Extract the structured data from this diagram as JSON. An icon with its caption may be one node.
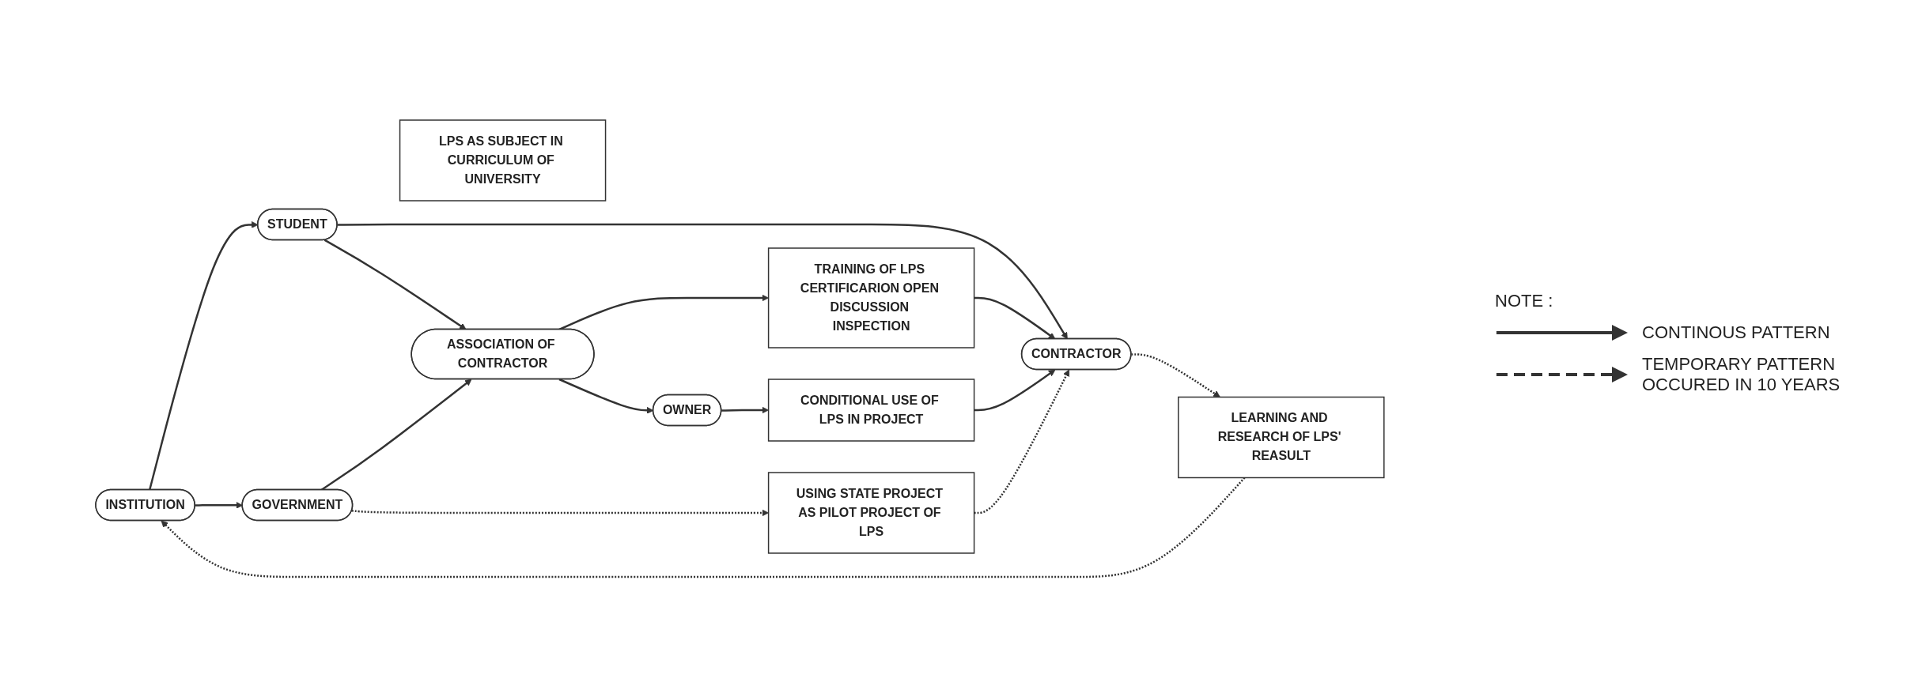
{
  "diagram": {
    "nodes": [
      {
        "text": [
          "STUDENT"
        ]
      },
      {
        "text": [
          "LPS AS SUBJECT IN CURRICULUM OF UNIVERSITY"
        ]
      },
      {
        "text": [
          "TRAINING OF LPS CERTIFICARION OPEN DISCUSSION INSPECTION"
        ]
      },
      {
        "text": [
          "INSTITUTION"
        ]
      },
      {
        "text": [
          "ASSOCIATION OF CONTRACTOR"
        ]
      },
      {
        "text": [
          "GOVERNMENT"
        ]
      },
      {
        "text": [
          "OWNER"
        ]
      },
      {
        "text": [
          "CONDITIONAL USE OF LPS IN PROJECT"
        ]
      },
      {
        "text": [
          "USING STATE PROJECT AS PILOT PROJECT OF LPS"
        ]
      },
      {
        "text": [
          "CONTRACTOR"
        ]
      },
      {
        "text": [
          "LEARNING AND RESEARCH OF LPS' REASULT"
        ]
      }
    ],
    "edges": [
      {
        "from": 3,
        "to": 0,
        "arrow": "to"
      },
      {
        "from": 3,
        "to": 5,
        "arrow": "to"
      },
      {
        "from": 0,
        "to": 9,
        "arrow": "to"
      },
      {
        "from": 0,
        "to": 4,
        "arrow": "to"
      },
      {
        "from": 5,
        "to": 4,
        "arrow": "to"
      },
      {
        "from": 4,
        "to": 2,
        "arrow": "to"
      },
      {
        "from": 4,
        "to": 6,
        "arrow": "to"
      },
      {
        "from": 6,
        "to": 7,
        "arrow": "to"
      },
      {
        "from": 2,
        "to": 9,
        "arrow": "to"
      },
      {
        "from": 7,
        "to": 9,
        "arrow": "to"
      },
      {
        "from": 5,
        "to": 8,
        "arrow": "to",
        "style": "dashed"
      },
      {
        "from": 8,
        "to": 9,
        "arrow": "to",
        "style": "dashed"
      },
      {
        "from": 9,
        "to": 10,
        "arrow": "to",
        "style": "dashed"
      },
      {
        "from": 10,
        "to": 3,
        "arrow": "to",
        "style": "dashed"
      }
    ],
    "labels": [
      "NOTE :"
    ],
    "legend": [
      {
        "text": "CONTINOUS PATTERN"
      },
      {
        "text": "TEMPORARY PATTERN OCCURED IN 10 YEARS"
      }
    ]
  }
}
